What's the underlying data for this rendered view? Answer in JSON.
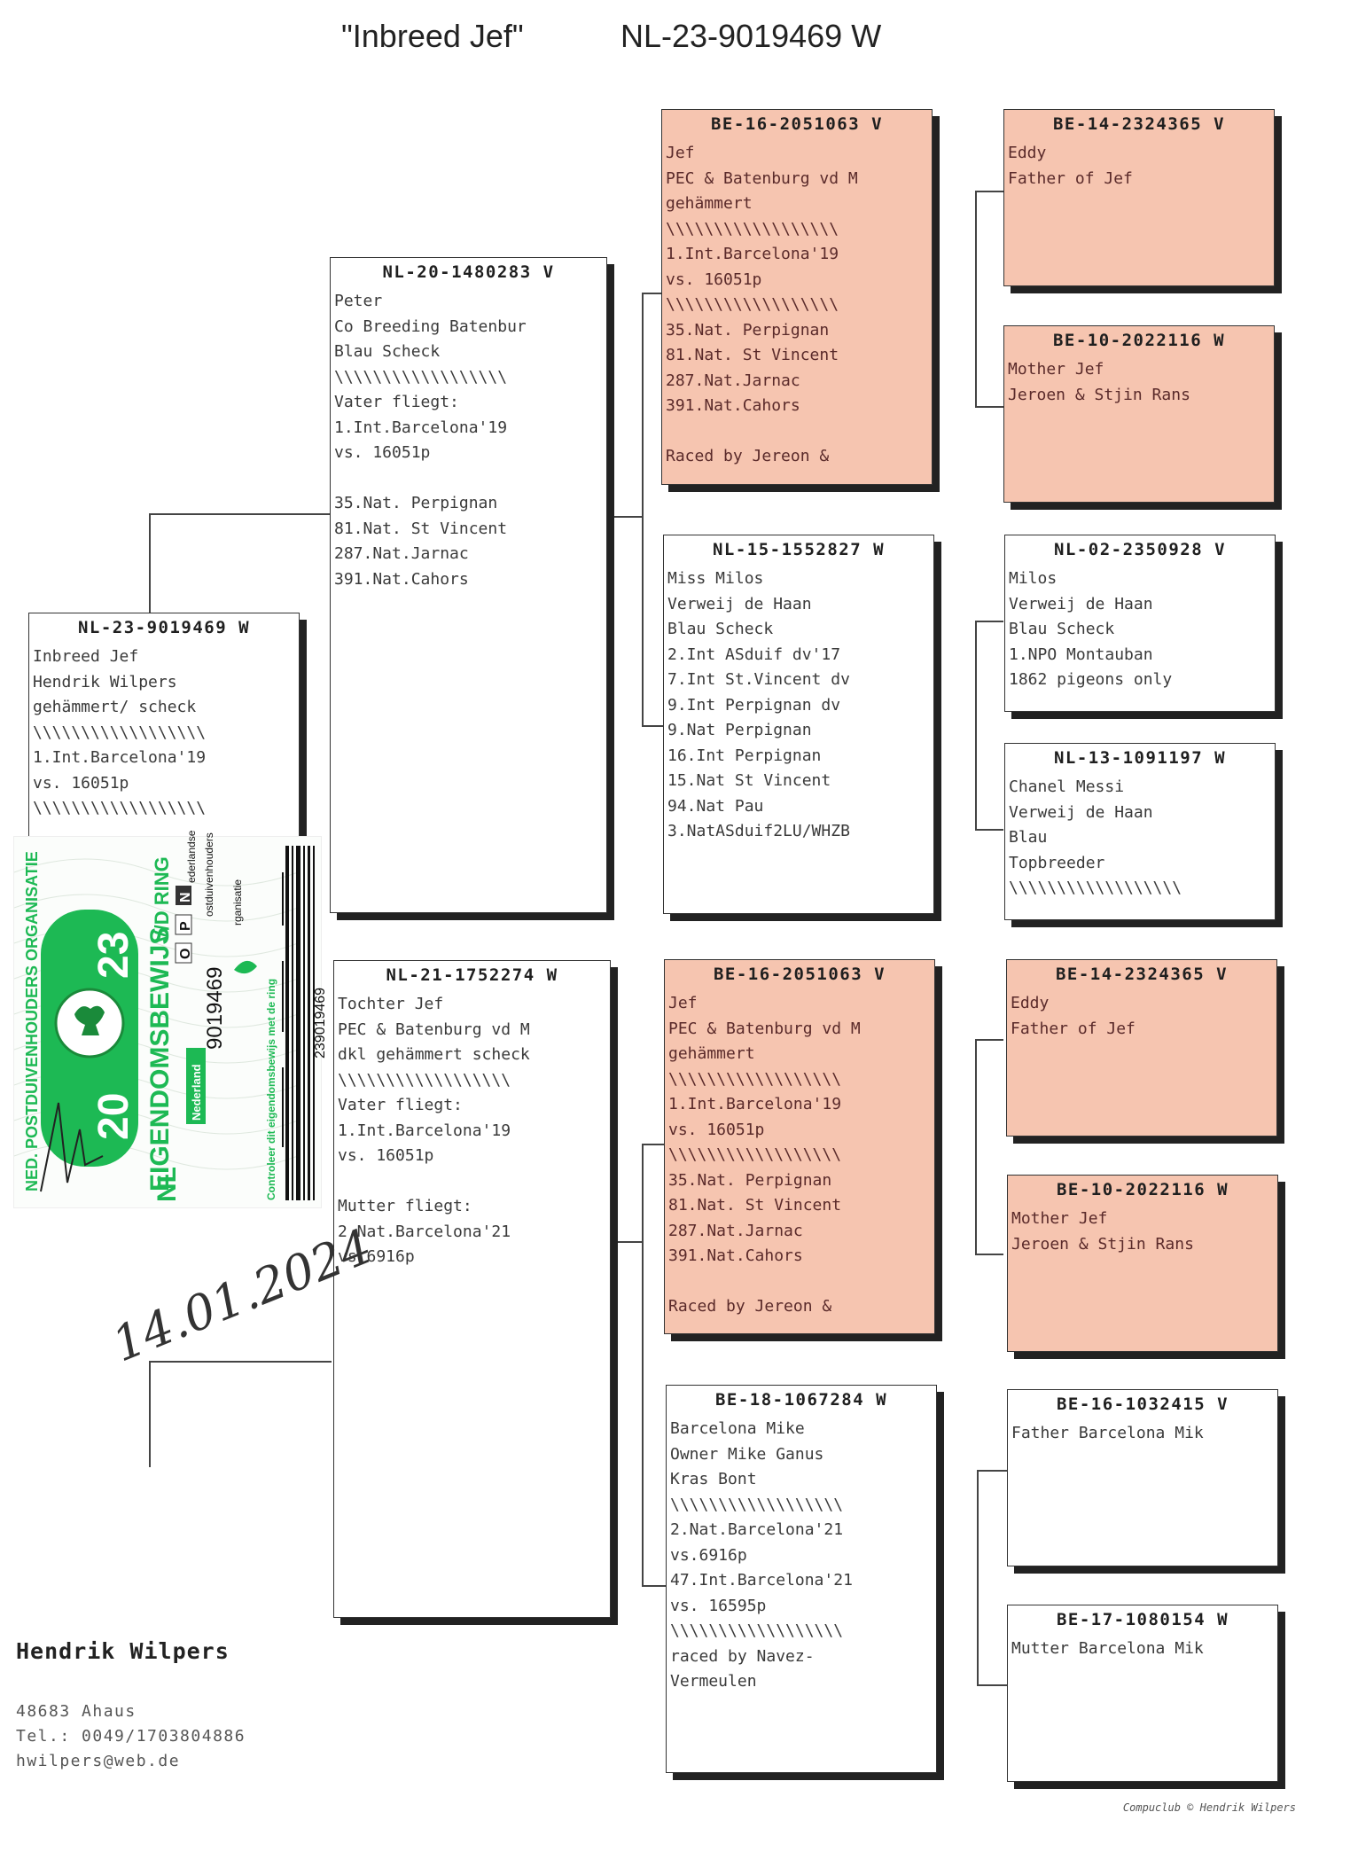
{
  "title": {
    "name": "\"Inbreed Jef\"",
    "ring": "NL-23-9019469 W"
  },
  "pedigree": {
    "subject": {
      "ring": "NL-23-9019469 W",
      "lines": [
        "Inbreed Jef",
        "Hendrik Wilpers",
        "gehämmert/ scheck",
        "\\\\\\\\\\\\\\\\\\\\\\\\\\\\\\\\\\\\",
        "1.Int.Barcelona'19",
        "vs. 16051p",
        "\\\\\\\\\\\\\\\\\\\\\\\\\\\\\\\\\\\\"
      ]
    },
    "sire": {
      "ring": "NL-20-1480283 V",
      "lines": [
        "Peter",
        "Co Breeding Batenbur",
        "Blau Scheck",
        "\\\\\\\\\\\\\\\\\\\\\\\\\\\\\\\\\\\\",
        "Vater fliegt:",
        "1.Int.Barcelona'19",
        "vs. 16051p",
        "",
        "35.Nat. Perpignan",
        "81.Nat. St Vincent",
        "287.Nat.Jarnac",
        "391.Nat.Cahors"
      ]
    },
    "dam": {
      "ring": "NL-21-1752274 W",
      "lines": [
        "Tochter Jef",
        "PEC & Batenburg vd M",
        "dkl gehämmert scheck",
        "\\\\\\\\\\\\\\\\\\\\\\\\\\\\\\\\\\\\",
        "Vater fliegt:",
        "1.Int.Barcelona'19",
        "vs. 16051p",
        "",
        "Mutter fliegt:",
        "2.Nat.Barcelona'21",
        "vs.6916p"
      ]
    },
    "ss": {
      "ring": "BE-16-2051063 V",
      "lines": [
        "Jef",
        "PEC & Batenburg vd M",
        "gehämmert",
        "\\\\\\\\\\\\\\\\\\\\\\\\\\\\\\\\\\\\",
        "1.Int.Barcelona'19",
        "vs. 16051p",
        "\\\\\\\\\\\\\\\\\\\\\\\\\\\\\\\\\\\\",
        "35.Nat. Perpignan",
        "81.Nat. St Vincent",
        "287.Nat.Jarnac",
        "391.Nat.Cahors",
        "",
        "Raced by Jereon &"
      ]
    },
    "sd": {
      "ring": "NL-15-1552827 W",
      "lines": [
        "Miss Milos",
        "Verweij de Haan",
        "Blau Scheck",
        "2.Int ASduif dv'17",
        "7.Int St.Vincent dv",
        "9.Int Perpignan dv",
        "9.Nat Perpignan",
        "16.Int Perpignan",
        "15.Nat St Vincent",
        "94.Nat Pau",
        "3.NatASduif2LU/WHZB"
      ]
    },
    "ds": {
      "ring": "BE-16-2051063 V",
      "lines": [
        "Jef",
        "PEC & Batenburg vd M",
        "gehämmert",
        "\\\\\\\\\\\\\\\\\\\\\\\\\\\\\\\\\\\\",
        "1.Int.Barcelona'19",
        "vs. 16051p",
        "\\\\\\\\\\\\\\\\\\\\\\\\\\\\\\\\\\\\",
        "35.Nat. Perpignan",
        "81.Nat. St Vincent",
        "287.Nat.Jarnac",
        "391.Nat.Cahors",
        "",
        "Raced by Jereon &"
      ]
    },
    "dd": {
      "ring": "BE-18-1067284 W",
      "lines": [
        "Barcelona Mike",
        "Owner Mike Ganus",
        "Kras Bont",
        "\\\\\\\\\\\\\\\\\\\\\\\\\\\\\\\\\\\\",
        "2.Nat.Barcelona'21",
        "vs.6916p",
        "47.Int.Barcelona'21",
        "vs. 16595p",
        "\\\\\\\\\\\\\\\\\\\\\\\\\\\\\\\\\\\\",
        "raced by Navez-",
        "Vermeulen"
      ]
    },
    "sss": {
      "ring": "BE-14-2324365 V",
      "lines": [
        "Eddy",
        "Father of Jef"
      ]
    },
    "ssd": {
      "ring": "BE-10-2022116 W",
      "lines": [
        "Mother Jef",
        "Jeroen & Stjin Rans"
      ]
    },
    "sds": {
      "ring": "NL-02-2350928 V",
      "lines": [
        "Milos",
        "Verweij de Haan",
        "Blau Scheck",
        "1.NPO Montauban",
        "1862 pigeons only"
      ]
    },
    "sdd": {
      "ring": "NL-13-1091197 W",
      "lines": [
        "Chanel Messi",
        "Verweij de Haan",
        "Blau",
        "Topbreeder",
        "\\\\\\\\\\\\\\\\\\\\\\\\\\\\\\\\\\\\"
      ]
    },
    "dss": {
      "ring": "BE-14-2324365 V",
      "lines": [
        "Eddy",
        "Father of Jef"
      ]
    },
    "dsd": {
      "ring": "BE-10-2022116 W",
      "lines": [
        "Mother Jef",
        "Jeroen & Stjin Rans"
      ]
    },
    "dds": {
      "ring": "BE-16-1032415 V",
      "lines": [
        "Father Barcelona Mik"
      ]
    },
    "ddd": {
      "ring": "BE-17-1080154 W",
      "lines": [
        "Mutter Barcelona Mik"
      ]
    }
  },
  "ownership_card": {
    "org": "NED. POSTDUIVENHOUDERS ORGANISATIE",
    "year_a": "20",
    "year_b": "23",
    "title": "EIGENDOMSBEWIJS",
    "title_suffix": "V/D RING",
    "country": "NL",
    "ring_number": "9019469",
    "country_small": "Nederland",
    "check_text": "Controleer dit eigendomsbewijs met de ring",
    "barcode_number": "239019469",
    "npo_lines": [
      "ederlandse",
      "ostduivenhouders",
      "rganisatie"
    ],
    "npo_letters": [
      "N",
      "P",
      "O"
    ],
    "accent": "#1db954"
  },
  "handwritten_date": "14.01.2024",
  "owner": {
    "name": "Hendrik Wilpers",
    "city": "48683  Ahaus",
    "phone": "Tel.: 0049/1703804886",
    "email": "hwilpers@web.de"
  },
  "footer": "Compuclub © Hendrik Wilpers",
  "colors": {
    "highlight_box": "#f6c5b0",
    "border": "#333333"
  }
}
